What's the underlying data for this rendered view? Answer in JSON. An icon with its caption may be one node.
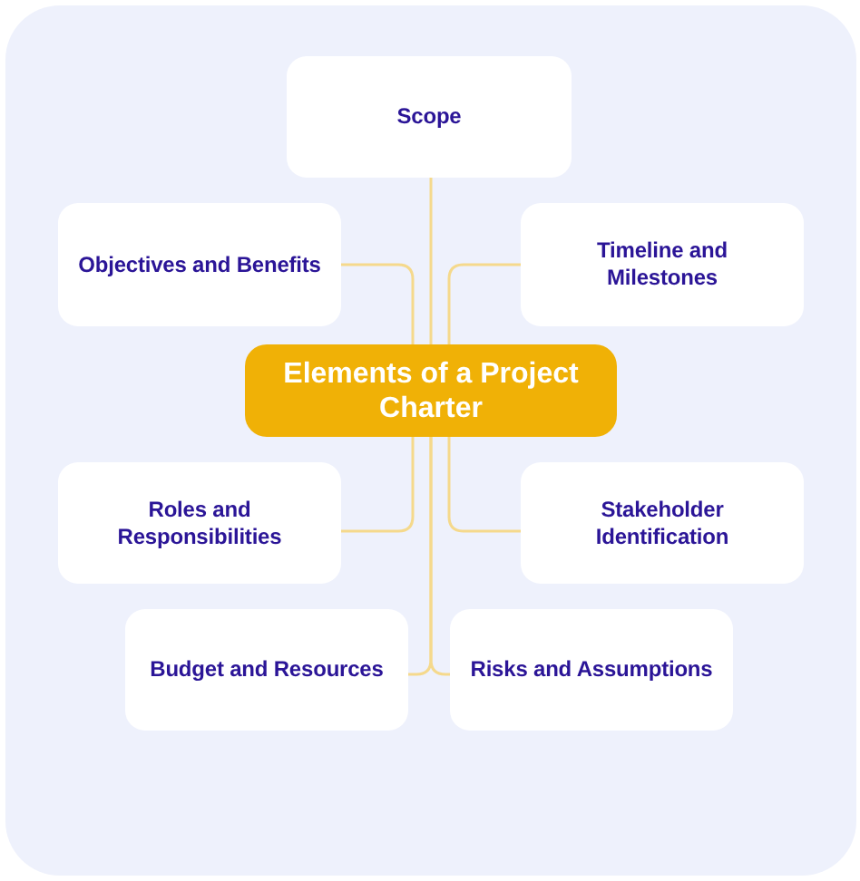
{
  "diagram": {
    "nodes": [
      {
        "text": [
          "Scope"
        ]
      },
      {
        "text": [
          "Objectives and Benefits"
        ]
      },
      {
        "text": [
          "Timeline and Milestones"
        ]
      },
      {
        "text": [
          "Elements of a Project Charter"
        ]
      },
      {
        "text": [
          "Roles and Responsibilities"
        ]
      },
      {
        "text": [
          "Stakeholder Identification"
        ]
      },
      {
        "text": [
          "Budget and Resources"
        ]
      },
      {
        "text": [
          "Risks and Assumptions"
        ]
      }
    ],
    "edges": [
      {
        "from": 3,
        "to": 0,
        "arrow": "none"
      },
      {
        "from": 3,
        "to": 1,
        "arrow": "none"
      },
      {
        "from": 3,
        "to": 2,
        "arrow": "none"
      },
      {
        "from": 3,
        "to": 4,
        "arrow": "none"
      },
      {
        "from": 3,
        "to": 5,
        "arrow": "none"
      },
      {
        "from": 3,
        "to": 6,
        "arrow": "none"
      },
      {
        "from": 3,
        "to": 7,
        "arrow": "none"
      }
    ]
  }
}
